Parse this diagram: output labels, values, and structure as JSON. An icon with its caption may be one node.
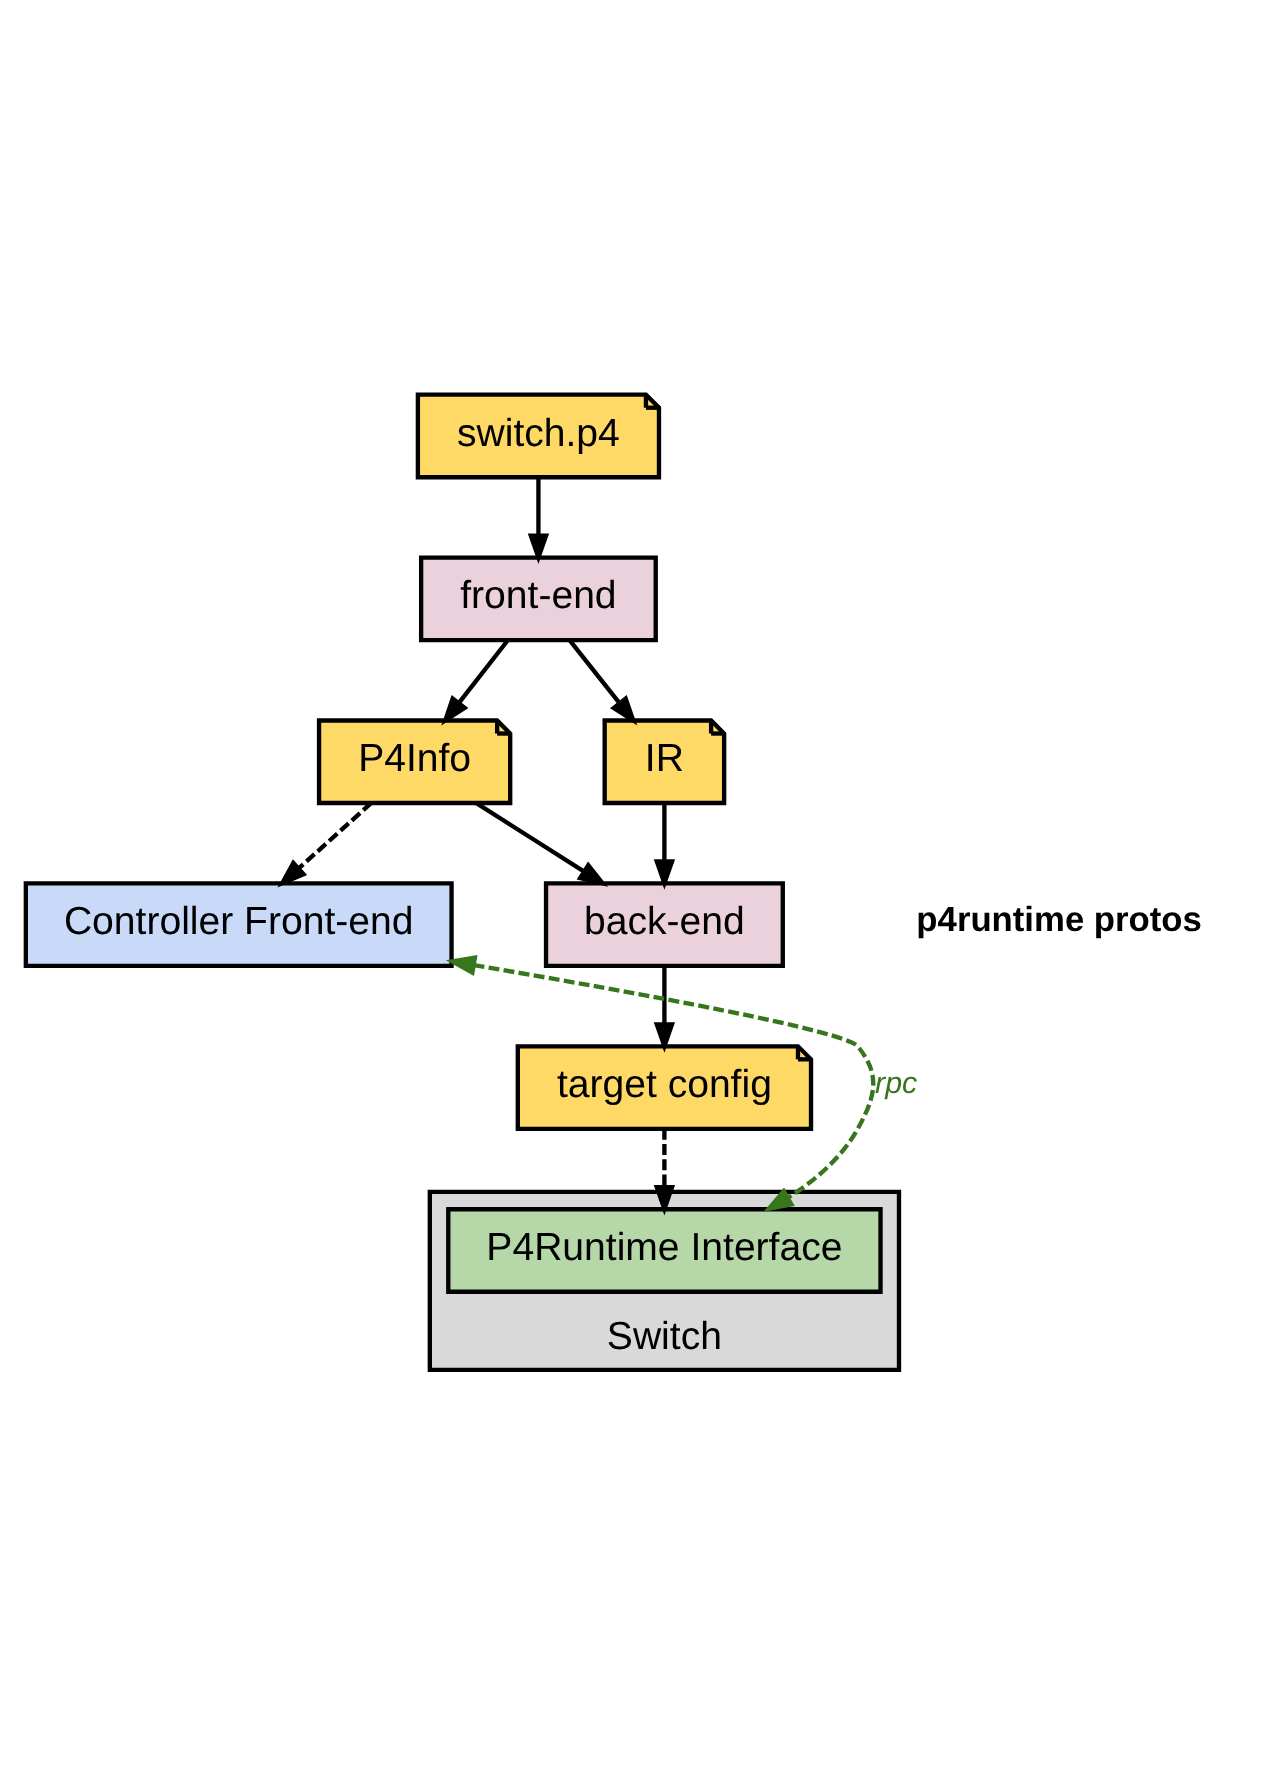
{
  "diagram": {
    "nodes": [
      {
        "text": [
          "switch.p4"
        ]
      },
      {
        "text": [
          "front-end"
        ]
      },
      {
        "text": [
          "P4Info"
        ]
      },
      {
        "text": [
          "IR"
        ]
      },
      {
        "text": [
          "back-end"
        ]
      },
      {
        "text": [
          "target config"
        ]
      },
      {
        "text": [
          "Controller Front-end"
        ]
      },
      {
        "text": [
          "Switch"
        ]
      },
      {
        "text": [
          "P4Runtime Interface"
        ],
        "in": 7
      }
    ],
    "edges": [
      {
        "from": 0,
        "to": 1,
        "arrow": "to"
      },
      {
        "from": 1,
        "to": 2,
        "arrow": "to"
      },
      {
        "from": 1,
        "to": 3,
        "arrow": "to"
      },
      {
        "from": 2,
        "to": 4,
        "arrow": "to"
      },
      {
        "from": 3,
        "to": 4,
        "arrow": "to"
      },
      {
        "from": 4,
        "to": 5,
        "arrow": "to"
      },
      {
        "from": 2,
        "to": 6,
        "arrow": "to",
        "style": "dashed"
      },
      {
        "from": 5,
        "to": 8,
        "arrow": "to",
        "style": "dashed"
      },
      {
        "from": 6,
        "to": 8,
        "arrow": "both",
        "style": "dashed",
        "color": "#38761d",
        "label": "rpc"
      }
    ],
    "labels": [
      "p4runtime protos"
    ]
  }
}
